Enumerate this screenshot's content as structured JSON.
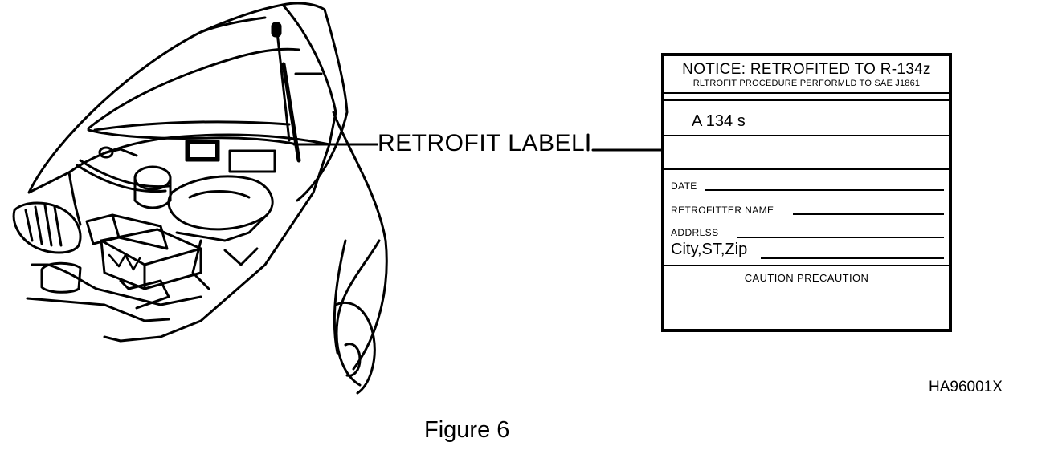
{
  "callout": {
    "text": "RETROFIT LABEL"
  },
  "label": {
    "title": "NOTICE: RETROFITED TO R-134z",
    "subtitle": "RLTROFIT PROCEDURE PERFORMLD TO SAE J1861",
    "refrigerant": "A 134 s",
    "date_label": "DATE",
    "retrofitter_label": "RETROFITTER NAME",
    "address_label": "ADDRLSS",
    "address_value": "City,ST,Zip",
    "caution": "CAUTION PRECAUTION"
  },
  "figure": {
    "code": "HA96001X",
    "caption": "Figure 6"
  }
}
